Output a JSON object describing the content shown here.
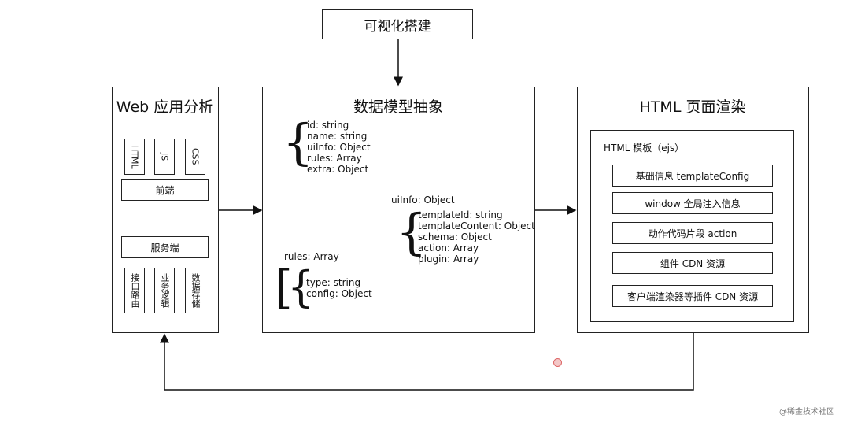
{
  "top": {
    "title": "可视化搭建"
  },
  "left": {
    "title": "Web 应用分析",
    "frontend_items": [
      "HTML",
      "JS",
      "CSS"
    ],
    "frontend_label": "前端",
    "server_label": "服务端",
    "server_items": [
      "接口路由",
      "业务逻辑",
      "数据存储"
    ]
  },
  "middle": {
    "title": "数据模型抽象",
    "root_fields": [
      "id: string",
      "name: string",
      "uiInfo: Object",
      "rules: Array",
      "extra: Object"
    ],
    "uiinfo_label": "uiInfo: Object",
    "uiinfo_fields": [
      "templateId: string",
      "templateContent: Object",
      "schema: Object",
      "action: Array",
      "plugin: Array"
    ],
    "rules_label": "rules: Array",
    "rules_fields": [
      "type: string",
      "config: Object"
    ]
  },
  "right": {
    "title": "HTML 页面渲染",
    "inner_title": "HTML 模板（ejs）",
    "items": [
      "基础信息 templateConfig",
      "window 全局注入信息",
      "动作代码片段 action",
      "组件 CDN 资源",
      "客户端渲染器等插件 CDN 资源"
    ]
  },
  "watermark": "@稀金技术社区"
}
